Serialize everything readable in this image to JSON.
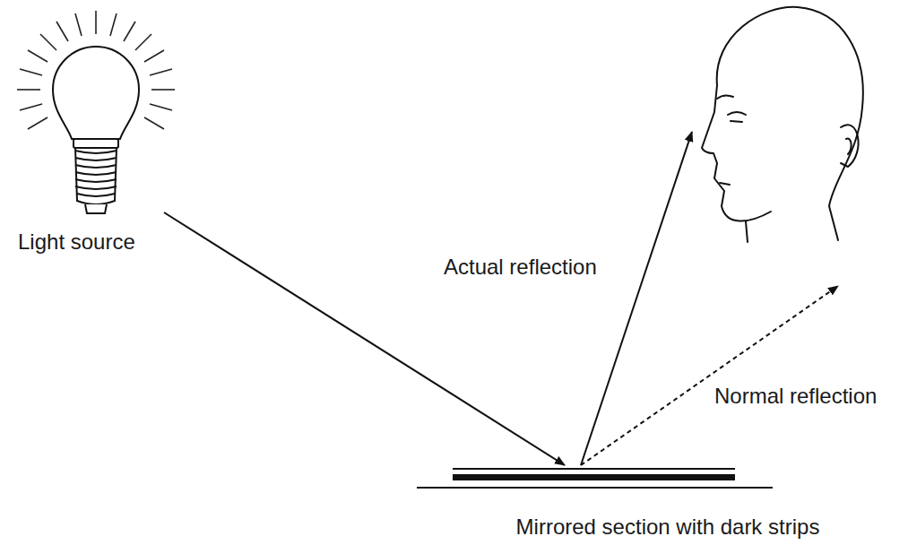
{
  "diagram": {
    "labels": [
      "Light source",
      "Actual reflection",
      "Normal reflection",
      "Mirrored section with dark strips"
    ]
  }
}
